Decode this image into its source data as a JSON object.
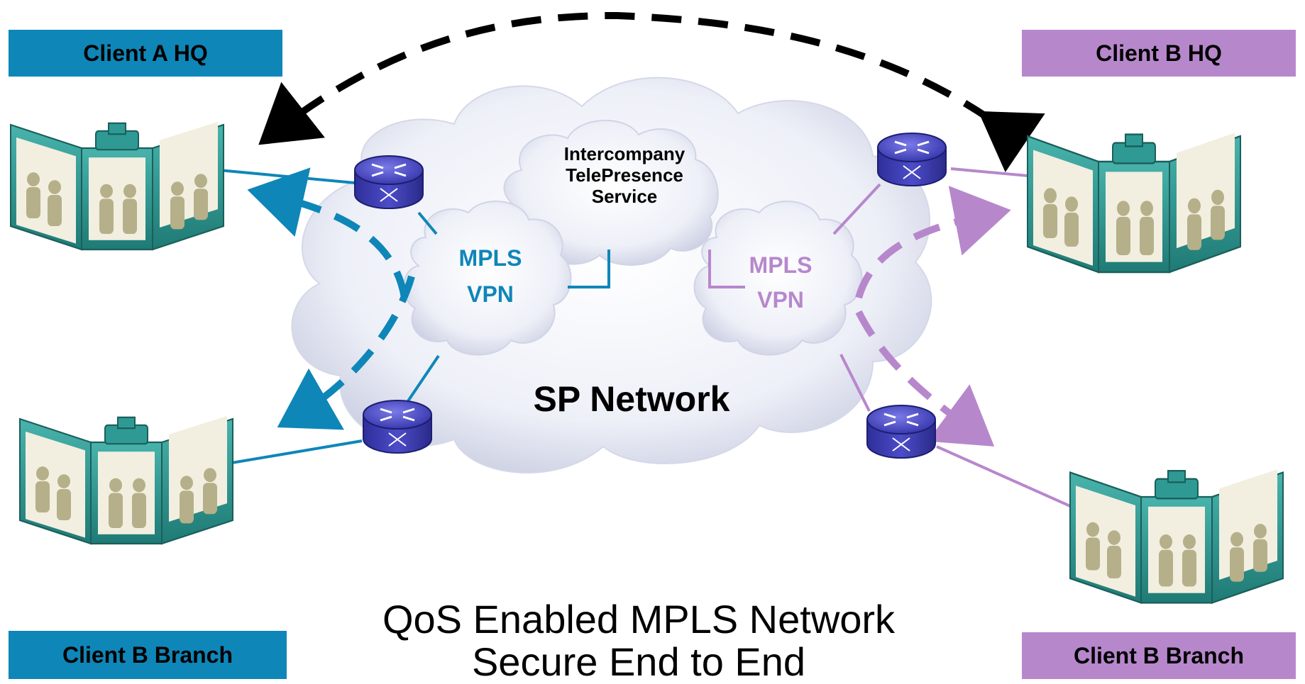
{
  "labels": {
    "client_a_hq": "Client A HQ",
    "client_b_hq": "Client B HQ",
    "client_b_branch_left": "Client B Branch",
    "client_b_branch_right": "Client B Branch"
  },
  "clouds": {
    "service": [
      "Intercompany",
      "TelePresence",
      "Service"
    ],
    "mpls_left": [
      "MPLS",
      "VPN"
    ],
    "mpls_right": [
      "MPLS",
      "VPN"
    ],
    "sp_network": "SP Network"
  },
  "caption": {
    "line1": "QoS Enabled MPLS Network",
    "line2": "Secure End to End"
  },
  "colors": {
    "blue": "#0f86b8",
    "purple": "#b787cc",
    "router": "#4c4cc8",
    "screen_teal": "#2f9a94"
  },
  "icons": [
    "telepresence-icon",
    "router-icon",
    "cloud-icon"
  ]
}
